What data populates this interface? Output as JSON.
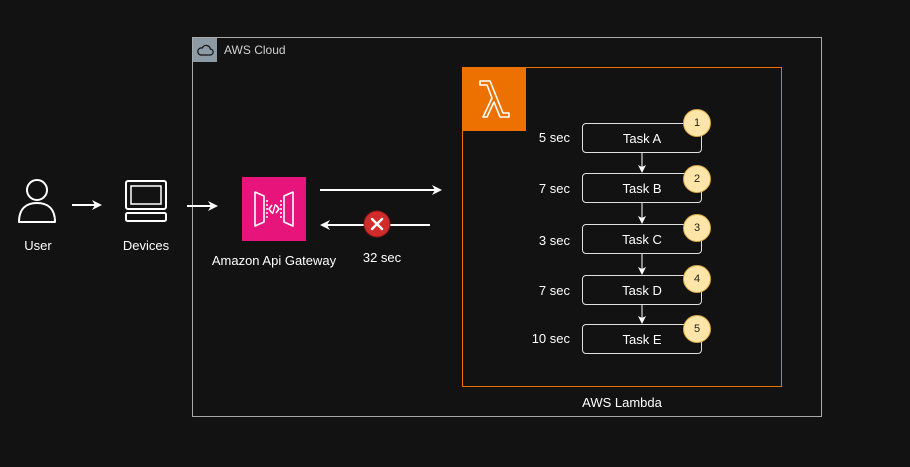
{
  "cloud": {
    "title": "AWS Cloud",
    "icon": "cloud-icon"
  },
  "user": {
    "label": "User",
    "icon": "user-icon"
  },
  "devices": {
    "label": "Devices",
    "icon": "client-device-icon"
  },
  "gateway": {
    "label": "Amazon Api Gateway",
    "icon": "api-gateway-icon",
    "color": "#e7157b"
  },
  "lambda": {
    "label": "AWS Lambda",
    "icon": "lambda-icon",
    "color": "#ed7100"
  },
  "response": {
    "timeout": "32 sec",
    "error_icon": "error-x-icon",
    "error_color": "#d22b2b"
  },
  "tasks": [
    {
      "name": "Task A",
      "duration": "5 sec",
      "step": "1"
    },
    {
      "name": "Task B",
      "duration": "7 sec",
      "step": "2"
    },
    {
      "name": "Task C",
      "duration": "3 sec",
      "step": "3"
    },
    {
      "name": "Task D",
      "duration": "7 sec",
      "step": "4"
    },
    {
      "name": "Task E",
      "duration": "10 sec",
      "step": "5"
    }
  ]
}
